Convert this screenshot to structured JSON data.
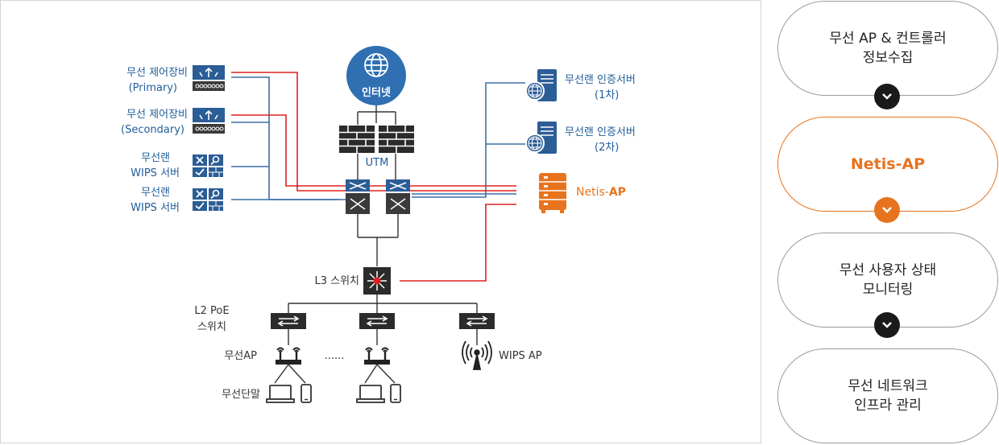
{
  "diagram": {
    "labels": {
      "ctrl_primary_1": "무선 제어장비",
      "ctrl_primary_2": "(Primary)",
      "ctrl_secondary_1": "무선 제어장비",
      "ctrl_secondary_2": "(Secondary)",
      "wips1_1": "무선랜",
      "wips1_2": "WIPS 서버",
      "wips2_1": "무선랜",
      "wips2_2": "WIPS 서버",
      "internet": "인터넷",
      "utm": "UTM",
      "auth1_1": "무선랜 인증서버",
      "auth1_2": "(1차)",
      "auth2_1": "무선랜 인증서버",
      "auth2_2": "(2차)",
      "netis_prefix": "Netis-",
      "netis_suffix": "AP",
      "l3_switch": "L3 스위치",
      "l2_switch_1": "L2 PoE",
      "l2_switch_2": "스위치",
      "wireless_ap": "무선AP",
      "ellipsis": "......",
      "wips_ap": "WIPS AP",
      "wireless_terminal": "무선단말"
    },
    "colors": {
      "blue": "#1f5d99",
      "red": "#e02020",
      "orange": "#e8731e",
      "dark": "#333333"
    }
  },
  "steps": [
    {
      "label": "무선 AP & 컨트롤러\n정보수집",
      "active": false
    },
    {
      "label": "Netis-AP",
      "active": true
    },
    {
      "label": "무선 사용자 상태\n모니터링",
      "active": false
    },
    {
      "label": "무선 네트워크\n인프라 관리",
      "active": false
    }
  ],
  "icons": {
    "globe": "globe-icon",
    "firewall": "firewall-icon",
    "router": "router-icon",
    "switch": "switch-icon",
    "server": "server-icon",
    "netis": "netis-ap-icon",
    "wlan_controller": "wlan-controller-icon",
    "wips_server": "wips-server-icon",
    "ap": "access-point-icon",
    "antenna": "antenna-icon",
    "laptop": "laptop-icon",
    "phone": "phone-icon",
    "chevron": "chevron-down-icon"
  }
}
